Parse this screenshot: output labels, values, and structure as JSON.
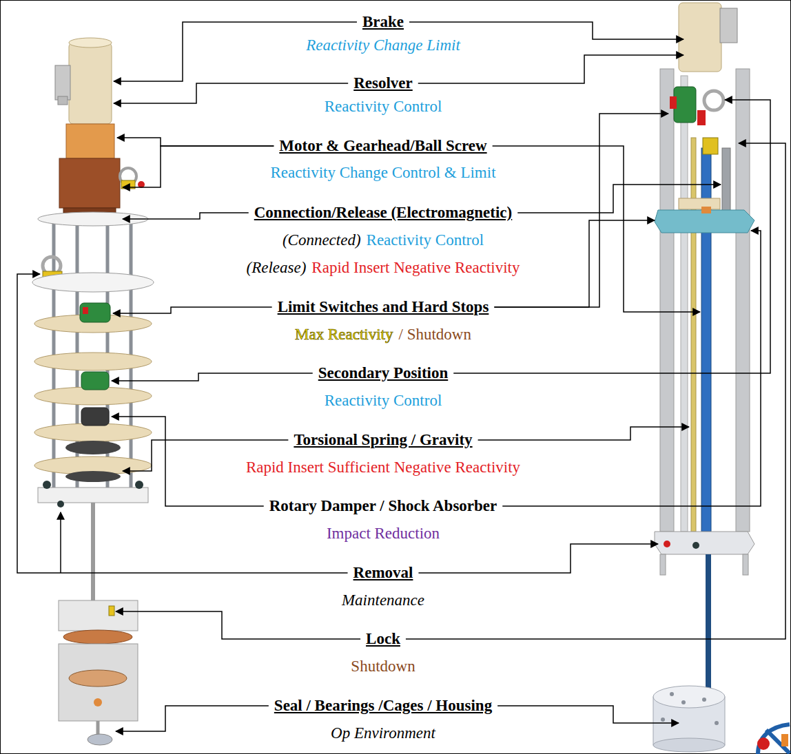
{
  "diagram": {
    "labels": [
      "Brake",
      "Reactivity Change Limit",
      "Resolver",
      "Reactivity Control",
      "Motor & Gearhead/Ball Screw",
      "Reactivity Change Control & Limit",
      "Connection/Release (Electromagnetic)",
      "(Connected)",
      "Reactivity Control",
      "(Release)",
      "Rapid Insert Negative Reactivity",
      "Limit Switches and Hard Stops",
      "Max Reactivity",
      "/ Shutdown",
      "Secondary Position",
      "Reactivity Control",
      "Torsional Spring / Gravity",
      "Rapid Insert Sufficient Negative Reactivity",
      "Rotary Damper / Shock Absorber",
      "Impact Reduction",
      "Removal",
      "Maintenance",
      "Lock",
      "Shutdown",
      "Seal / Bearings /Cages / Housing",
      "Op Environment"
    ]
  }
}
